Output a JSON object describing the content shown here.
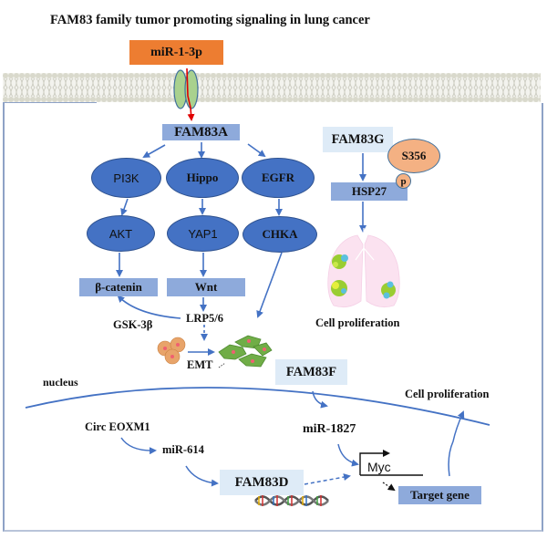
{
  "title": "FAM83 family tumor promoting signaling in lung cancer",
  "colors": {
    "orange": "#ed7d31",
    "node_blue": "#4472c4",
    "box_mid_blue": "#8eaadb",
    "box_light_blue": "#deebf7",
    "salmon": "#f4b183",
    "arrow_blue": "#4472c4",
    "inhibit_red": "#e00000"
  },
  "membrane": {
    "mirna_label": "miR-1-3p",
    "channel_icon": "membrane-channel-icon"
  },
  "fam83a_pathway": {
    "hub": "FAM83A",
    "branches": [
      {
        "upstream": "PI3K",
        "downstream": "AKT",
        "effector": "β-catenin"
      },
      {
        "upstream": "Hippo",
        "downstream": "YAP1",
        "effector": "Wnt"
      },
      {
        "upstream": "EGFR",
        "downstream": "CHKA",
        "effector": ""
      }
    ],
    "lrp": "LRP5/6",
    "gsk": "GSK-3β",
    "emt": "EMT"
  },
  "fam83g_pathway": {
    "hub": "FAM83G",
    "site": "S356",
    "phospho": "p",
    "target": "HSP27",
    "outcome": "Cell proliferation"
  },
  "nucleus": {
    "label": "nucleus",
    "fam83f": "FAM83F",
    "mir1827": "miR-1827",
    "circ": "Circ EOXM1",
    "mir614": "miR-614",
    "fam83d": "FAM83D",
    "myc": "Myc",
    "target_gene": "Target gene",
    "outcome": "Cell proliferation"
  }
}
